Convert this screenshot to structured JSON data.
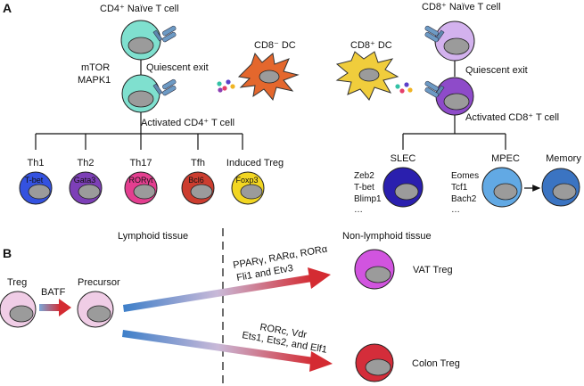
{
  "panel_a": {
    "label": "A",
    "cd4_naive": "CD4⁺ Naïve T cell",
    "cd8_naive": "CD8⁺ Naïve T cell",
    "mtor": "mTOR",
    "mapk1": "MAPK1",
    "quiescent_exit_left": "Quiescent exit",
    "quiescent_exit_right": "Quiescent exit",
    "cd8neg_dc": "CD8⁻ DC",
    "cd8pos_dc": "CD8⁺ DC",
    "activated_cd4": "Activated CD4⁺ T cell",
    "activated_cd8": "Activated CD8⁺ T cell",
    "cd4_subsets": [
      {
        "name": "Th1",
        "tf": "T-bet"
      },
      {
        "name": "Th2",
        "tf": "Gata3"
      },
      {
        "name": "Th17",
        "tf": "RORγt"
      },
      {
        "name": "Tfh",
        "tf": "Bcl6"
      },
      {
        "name": "Induced Treg",
        "tf": "Foxp3"
      }
    ],
    "slec": {
      "name": "SLEC",
      "factors": [
        "Zeb2",
        "T-bet",
        "Blimp1",
        "…"
      ]
    },
    "mpec": {
      "name": "MPEC",
      "factors": [
        "Eomes",
        "Tcf1",
        "Bach2",
        "…"
      ]
    },
    "memory": "Memory"
  },
  "panel_b": {
    "label": "B",
    "lymphoid": "Lymphoid tissue",
    "nonlymphoid": "Non-lymphoid tissue",
    "treg": "Treg",
    "batf": "BATF",
    "precursor": "Precursor",
    "vat_factors_1": "PPARγ, RARα, RORα",
    "vat_factors_2": "Fli1 and Etv3",
    "vat_treg": "VAT Treg",
    "colon_factors_1": "RORc, Vdr",
    "colon_factors_2": "Ets1, Ets2, and Elf1",
    "colon_treg": "Colon Treg"
  },
  "colors": {
    "cd4_cell": "#7fe0cf",
    "cd8_naive_cell": "#d3b2ee",
    "cd8_activated_cell": "#8e4bc9",
    "th1": "#3452e0",
    "th2": "#7d3fb7",
    "th17": "#e43f90",
    "tfh": "#cc3d2f",
    "itreg": "#f2d622",
    "slec": "#2a1fae",
    "mpec": "#62a9e4",
    "memory": "#3b74c2",
    "nucleus": "#9b9b9b",
    "vat": "#d154df",
    "colon": "#d42d3a",
    "treg": "#f0cde6",
    "dc_left": "#e4672d",
    "dc_right": "#f0cd3c",
    "arrow_red": "#d42b32",
    "arrow_blue": "#3d7fc9"
  }
}
